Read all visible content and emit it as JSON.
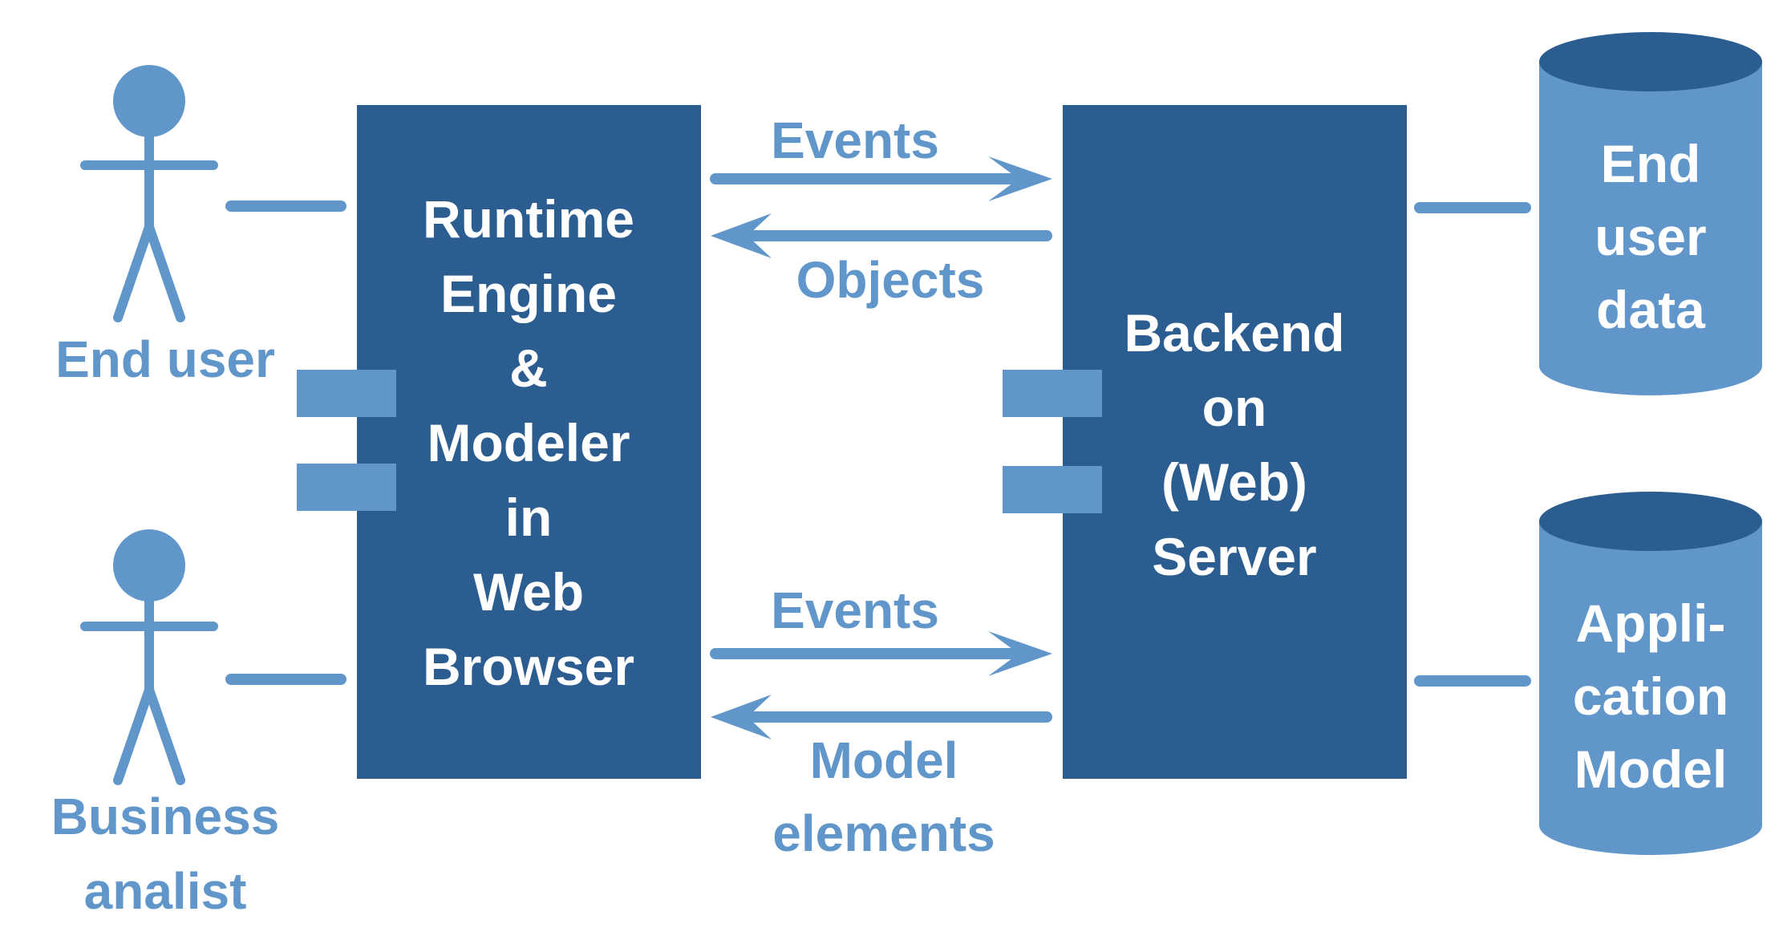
{
  "colors": {
    "dark_box": "#2B5D91",
    "light": "#6196CB",
    "cylinder_top": "#2B5D91",
    "text_on_dark": "#ffffff",
    "text_light": "#6196CB",
    "background": "#ffffff"
  },
  "actors": [
    {
      "name": "End user",
      "lines": [
        "End user"
      ],
      "icon": "stick-figure-icon"
    },
    {
      "name": "Business analist",
      "lines": [
        "Business",
        "analist"
      ],
      "icon": "stick-figure-icon"
    }
  ],
  "browser_box": {
    "lines": [
      "Runtime",
      "Engine",
      "&",
      "Modeler",
      "in",
      "Web",
      "Browser"
    ]
  },
  "server_box": {
    "lines": [
      "Backend",
      "on",
      "(Web)",
      "Server"
    ]
  },
  "flows": {
    "top": {
      "to_server": "Events",
      "to_browser_lines": [
        "Objects"
      ]
    },
    "bottom": {
      "to_server": "Events",
      "to_browser_lines": [
        "Model",
        "elements"
      ]
    }
  },
  "databases": [
    {
      "lines": [
        "End",
        "user",
        "data"
      ]
    },
    {
      "lines": [
        "Appli-",
        "cation",
        "Model"
      ]
    }
  ]
}
